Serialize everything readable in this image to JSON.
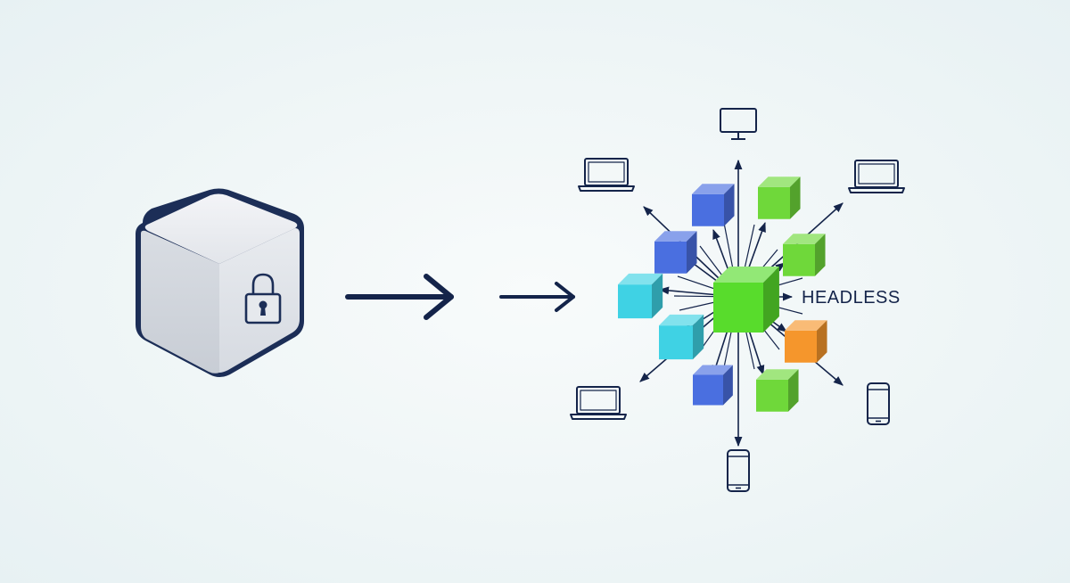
{
  "diagram": {
    "hub_label": "HEADLESS",
    "colors": {
      "ink": "#14244a",
      "hub": "#58dc2c",
      "blue": "#4a6fe0",
      "cyan": "#3fd2e4",
      "green": "#6fd83a",
      "orange": "#f5962c",
      "monolith_face": "#e4e7ec",
      "monolith_outline": "#1c2e57"
    },
    "monolith": {
      "icon": "padlock-icon"
    },
    "modules": [
      {
        "color": "blue",
        "name": "module-blue-top"
      },
      {
        "color": "green",
        "name": "module-green-top"
      },
      {
        "color": "blue",
        "name": "module-blue-upper-left"
      },
      {
        "color": "green",
        "name": "module-green-upper-right"
      },
      {
        "color": "cyan",
        "name": "module-cyan-left"
      },
      {
        "color": "cyan",
        "name": "module-cyan-lower-left"
      },
      {
        "color": "orange",
        "name": "module-orange-right"
      },
      {
        "color": "blue",
        "name": "module-blue-bottom"
      },
      {
        "color": "green",
        "name": "module-green-bottom"
      }
    ],
    "devices": [
      {
        "type": "monitor",
        "name": "monitor-icon"
      },
      {
        "type": "laptop",
        "name": "laptop-icon-top-left"
      },
      {
        "type": "laptop",
        "name": "laptop-icon-top-right"
      },
      {
        "type": "laptop",
        "name": "laptop-icon-bottom-left"
      },
      {
        "type": "phone",
        "name": "phone-icon-right"
      },
      {
        "type": "phone",
        "name": "phone-icon-bottom"
      }
    ]
  }
}
